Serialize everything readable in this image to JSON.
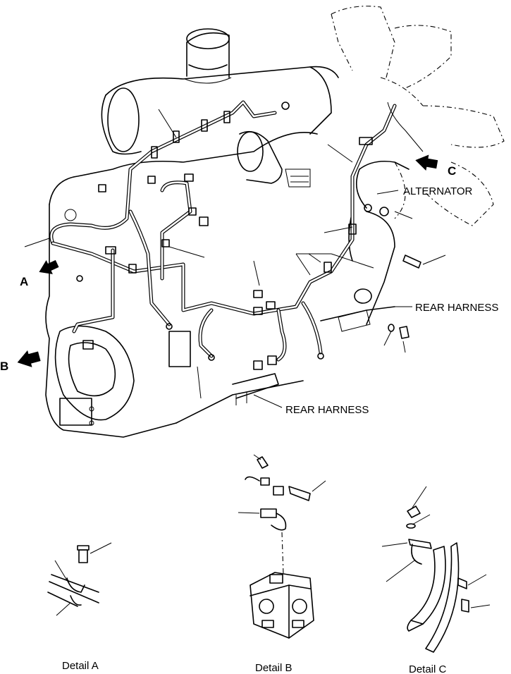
{
  "labels": {
    "alternator": "ALTERNATOR",
    "rear_harness_right": "REAR HARNESS",
    "rear_harness_bottom": "REAR HARNESS"
  },
  "view_arrows": {
    "a": "A",
    "b": "B",
    "c": "C"
  },
  "details": {
    "detail_a": "Detail A",
    "detail_b": "Detail B",
    "detail_c": "Detail C"
  }
}
